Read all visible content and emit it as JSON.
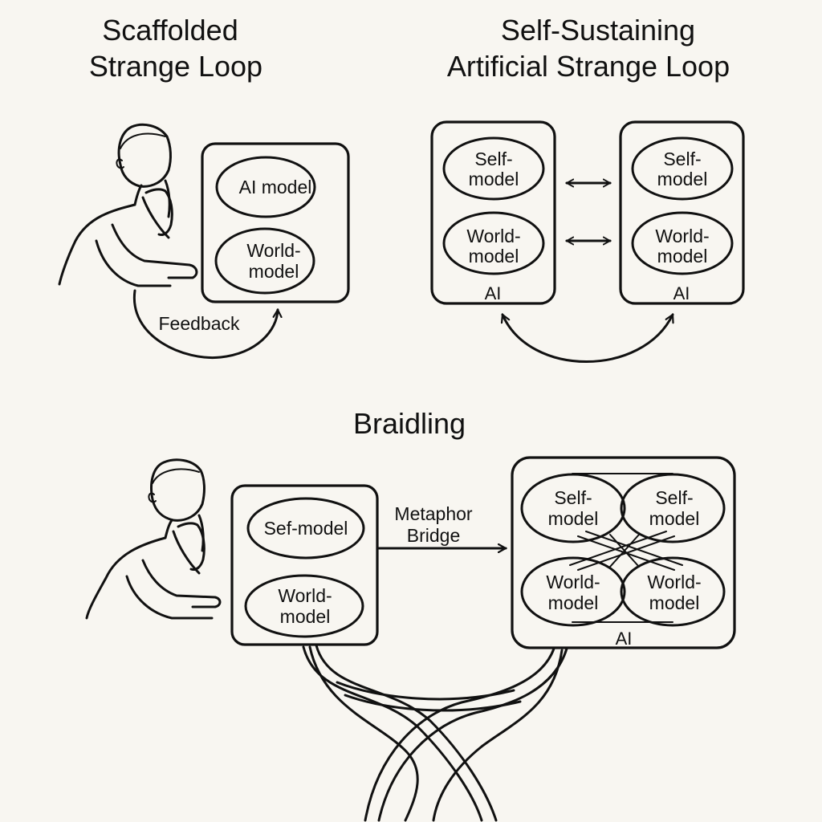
{
  "panels": {
    "scaffolded": {
      "title_line1": "Scaffolded",
      "title_line2": "Strange Loop",
      "box_ovals": [
        "AI model",
        "World-",
        "model"
      ],
      "feedback_label": "Feedback"
    },
    "self_sustaining": {
      "title_line1": "Self-Sustaining",
      "title_line2": "Artificial Strange Loop",
      "left_ai": {
        "self_1": "Self-",
        "self_2": "model",
        "world_1": "World-",
        "world_2": "model",
        "label": "AI"
      },
      "right_ai": {
        "self_1": "Self-",
        "self_2": "model",
        "world_1": "World-",
        "world_2": "model",
        "label": "AI"
      }
    },
    "braidling": {
      "title": "Braidling",
      "human_box": {
        "self_model": "Sef-model",
        "world_1": "World-",
        "world_2": "model"
      },
      "bridge_line1": "Metaphor",
      "bridge_line2": "Bridge",
      "ai_box": {
        "self_left_1": "Self-",
        "self_left_2": "model",
        "self_right_1": "Self-",
        "self_right_2": "model",
        "world_left_1": "World-",
        "world_left_2": "model",
        "world_right_1": "World-",
        "world_right_2": "model",
        "label": "AI"
      }
    }
  },
  "icons": [
    "thinking-person-icon",
    "double-arrow-icon",
    "arrow-icon",
    "braid-icon"
  ]
}
